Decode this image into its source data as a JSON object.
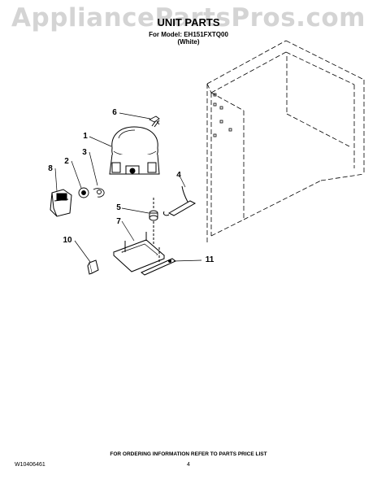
{
  "watermark": "AppliancePartsPros.com",
  "header": {
    "title": "UNIT PARTS",
    "model_line": "For Model: EH151FXTQ00",
    "color_line": "(White)"
  },
  "callouts": [
    "1",
    "2",
    "3",
    "4",
    "5",
    "6",
    "7",
    "8",
    "10",
    "11"
  ],
  "footer": {
    "ordering_note": "FOR ORDERING INFORMATION REFER TO PARTS PRICE LIST",
    "document_number": "W10406461",
    "page_number": "4"
  }
}
